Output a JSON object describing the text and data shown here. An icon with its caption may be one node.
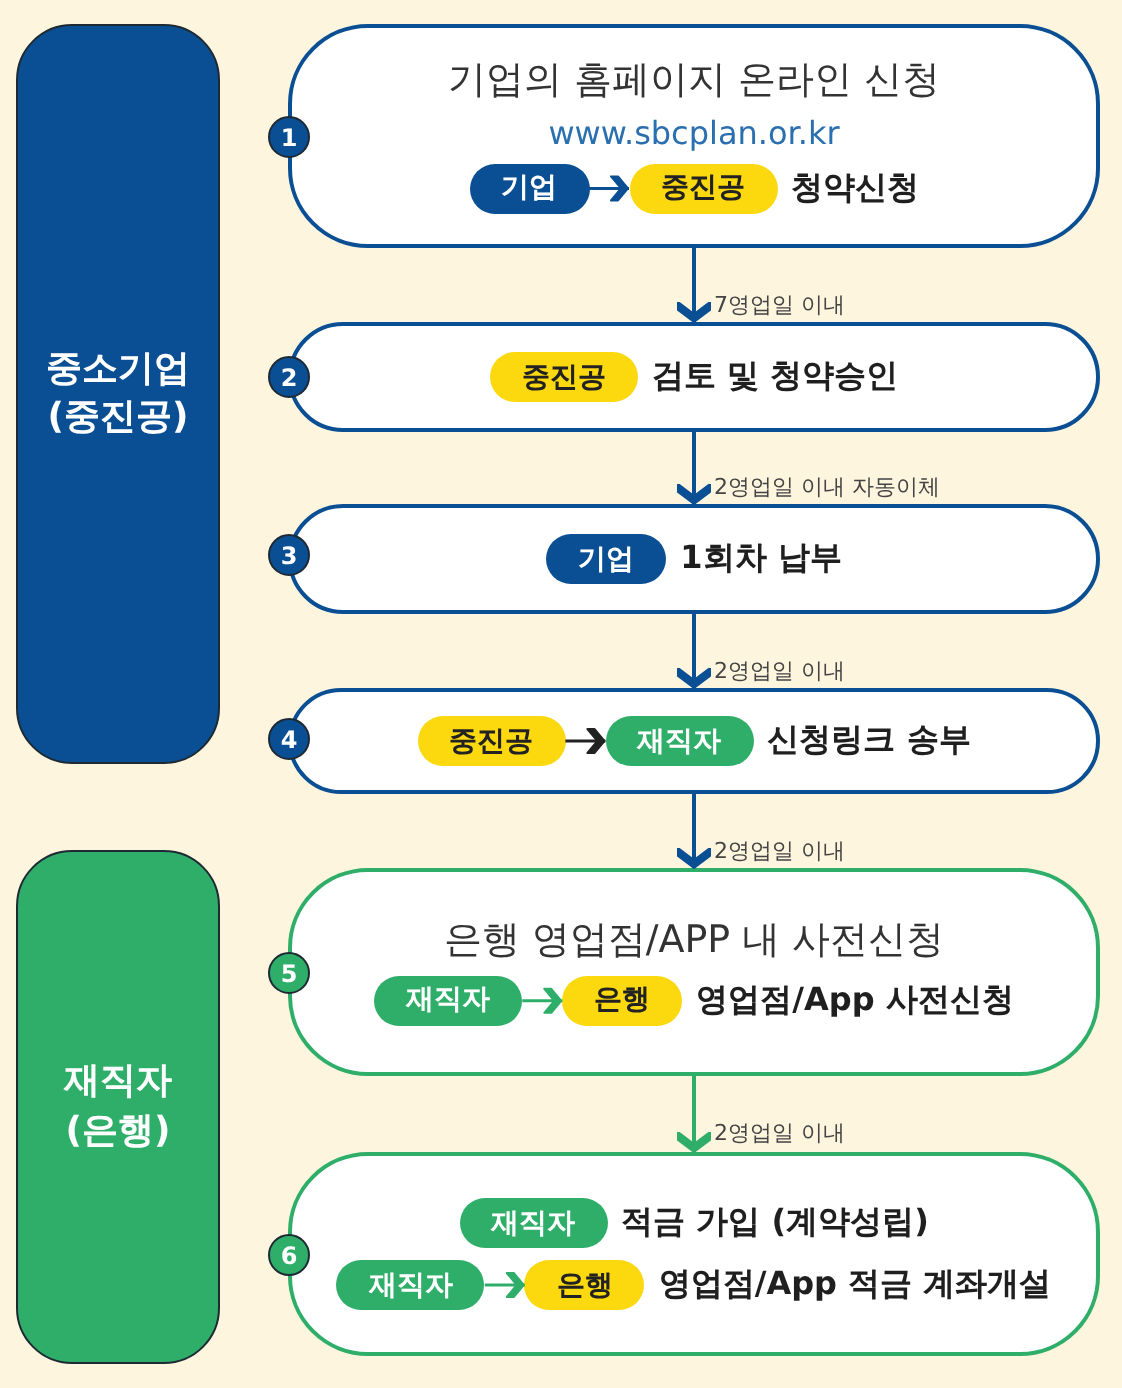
{
  "diagram": {
    "nodes": [
      {
        "text": [
          "중소기업 (중진공)"
        ]
      },
      {
        "text": [
          "1"
        ]
      },
      {
        "text": [
          "기업의 홈페이지 온라인 신청",
          "www.sbcplan.or.kr",
          "청약신청"
        ]
      },
      {
        "text": [
          "기업"
        ],
        "in": 2
      },
      {
        "text": [
          "중진공"
        ],
        "in": 2
      },
      {
        "text": [
          "2"
        ]
      },
      {
        "text": [
          "검토 및 청약승인"
        ]
      },
      {
        "text": [
          "중진공"
        ],
        "in": 6
      },
      {
        "text": [
          "3"
        ]
      },
      {
        "text": [
          "1회차 납부"
        ]
      },
      {
        "text": [
          "기업"
        ],
        "in": 9
      },
      {
        "text": [
          "4"
        ]
      },
      {
        "text": [
          "신청링크 송부"
        ]
      },
      {
        "text": [
          "중진공"
        ],
        "in": 12
      },
      {
        "text": [
          "재직자"
        ],
        "in": 12
      },
      {
        "text": [
          "재직자 (은행)"
        ]
      },
      {
        "text": [
          "5"
        ]
      },
      {
        "text": [
          "은행 영업점/APP 내 사전신청",
          "영업점/App 사전신청"
        ]
      },
      {
        "text": [
          "재직자"
        ],
        "in": 17
      },
      {
        "text": [
          "은행"
        ],
        "in": 17
      },
      {
        "text": [
          "6"
        ]
      },
      {
        "text": [
          "적금 가입 (계약성립)",
          "영업점/App 적금 계좌개설"
        ]
      },
      {
        "text": [
          "재직자"
        ],
        "in": 21
      },
      {
        "text": [
          "재직자"
        ],
        "in": 21
      },
      {
        "text": [
          "은행"
        ],
        "in": 21
      }
    ],
    "edges": [
      {
        "from": 2,
        "to": 6,
        "arrow": "to",
        "label": "7영업일 이내"
      },
      {
        "from": 6,
        "to": 9,
        "arrow": "to",
        "label": "2영업일 이내 자동이체"
      },
      {
        "from": 9,
        "to": 12,
        "arrow": "to",
        "label": "2영업일 이내"
      },
      {
        "from": 12,
        "to": 17,
        "arrow": "to",
        "label": "2영업일 이내"
      },
      {
        "from": 17,
        "to": 21,
        "arrow": "to",
        "label": "2영업일 이내",
        "color": "#2fae6a"
      },
      {
        "from": 3,
        "to": 4,
        "arrow": "to"
      },
      {
        "from": 13,
        "to": 14,
        "arrow": "to",
        "color": "#222222"
      },
      {
        "from": 18,
        "to": 19,
        "arrow": "to",
        "color": "#2fae6a"
      },
      {
        "from": 23,
        "to": 24,
        "arrow": "to",
        "color": "#2fae6a"
      }
    ]
  }
}
